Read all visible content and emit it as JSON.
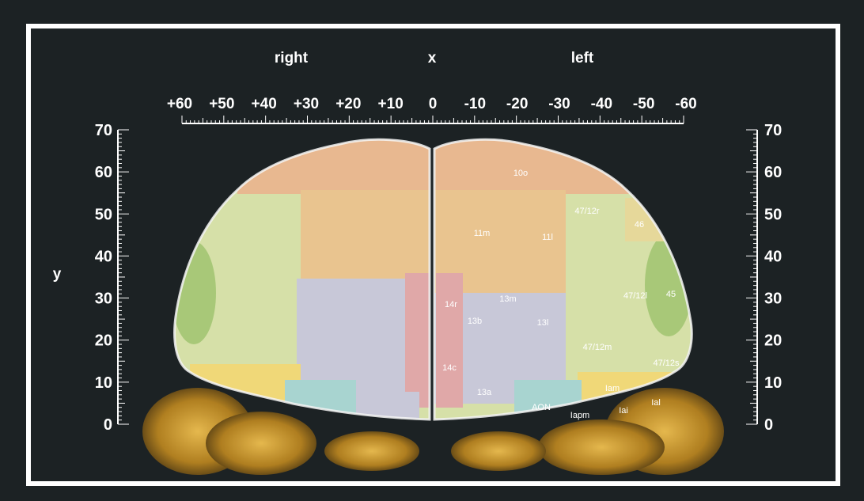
{
  "header": {
    "right_label": "right",
    "x_label": "x",
    "left_label": "left"
  },
  "y_axis": {
    "label": "y",
    "ticks": [
      "70",
      "60",
      "50",
      "40",
      "30",
      "20",
      "10",
      "0"
    ]
  },
  "x_axis": {
    "ticks": [
      "+60",
      "+50",
      "+40",
      "+30",
      "+20",
      "+10",
      "0",
      "-10",
      "-20",
      "-30",
      "-40",
      "-50",
      "-60"
    ]
  },
  "regions": [
    {
      "label": "10o",
      "color": "#e8b890"
    },
    {
      "label": "47/12r",
      "color": "#d6e0a8"
    },
    {
      "label": "46",
      "color": "#e6d89a"
    },
    {
      "label": "11m",
      "color": "#e9c48f"
    },
    {
      "label": "11l",
      "color": "#e9c48f"
    },
    {
      "label": "14r",
      "color": "#e0a8a8"
    },
    {
      "label": "13m",
      "color": "#c8c8d8"
    },
    {
      "label": "13b",
      "color": "#c8c8d8"
    },
    {
      "label": "13l",
      "color": "#c8c8d8"
    },
    {
      "label": "47/12l",
      "color": "#d6e0a8"
    },
    {
      "label": "45",
      "color": "#a8c878"
    },
    {
      "label": "47/12m",
      "color": "#d6e0a8"
    },
    {
      "label": "14c",
      "color": "#e0a8a8"
    },
    {
      "label": "47/12s",
      "color": "#d6e0a8"
    },
    {
      "label": "13a",
      "color": "#c8c8d8"
    },
    {
      "label": "AON",
      "color": "#a8d4d0"
    },
    {
      "label": "Iam",
      "color": "#f0d878"
    },
    {
      "label": "Ial",
      "color": "#f0d878"
    },
    {
      "label": "Iai",
      "color": "#f0d878"
    },
    {
      "label": "Iapm",
      "color": "#f0d878"
    }
  ],
  "colors": {
    "background": "#1c2224",
    "frame": "#ffffff",
    "brain_underlay": "#d8a83a"
  }
}
